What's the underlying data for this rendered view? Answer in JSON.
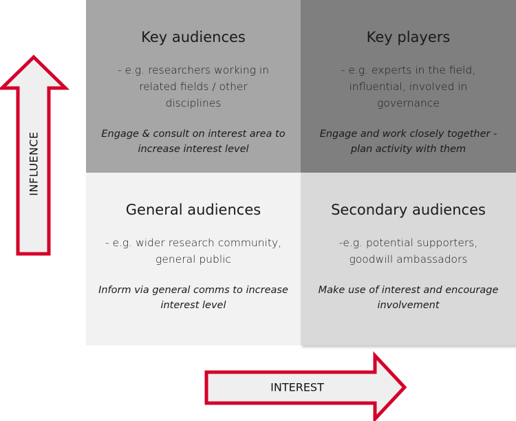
{
  "quadrants": {
    "top_left": {
      "title": "Key audiences",
      "example": "- e.g. researchers working in related fields / other disciplines",
      "action": "Engage & consult on interest area to increase interest level",
      "color": "#a6a6a6"
    },
    "top_right": {
      "title": "Key players",
      "example": "- e.g. experts in the field, influential, involved in governance",
      "action": "Engage and work closely together - plan activity with them",
      "color": "#7f7f7f"
    },
    "bottom_left": {
      "title": "General audiences",
      "example": "- e.g. wider research community, general public",
      "action": "Inform via general comms to increase interest level",
      "color": "#f2f2f2"
    },
    "bottom_right": {
      "title": "Secondary audiences",
      "example": "-e.g. potential supporters, goodwill ambassadors",
      "action": "Make use of interest and encourage involvement",
      "color": "#d9d9d9"
    }
  },
  "axes": {
    "vertical": "INFLUENCE",
    "horizontal": "INTEREST",
    "arrow_stroke": "#d4002a",
    "arrow_fill": "#efefef"
  }
}
